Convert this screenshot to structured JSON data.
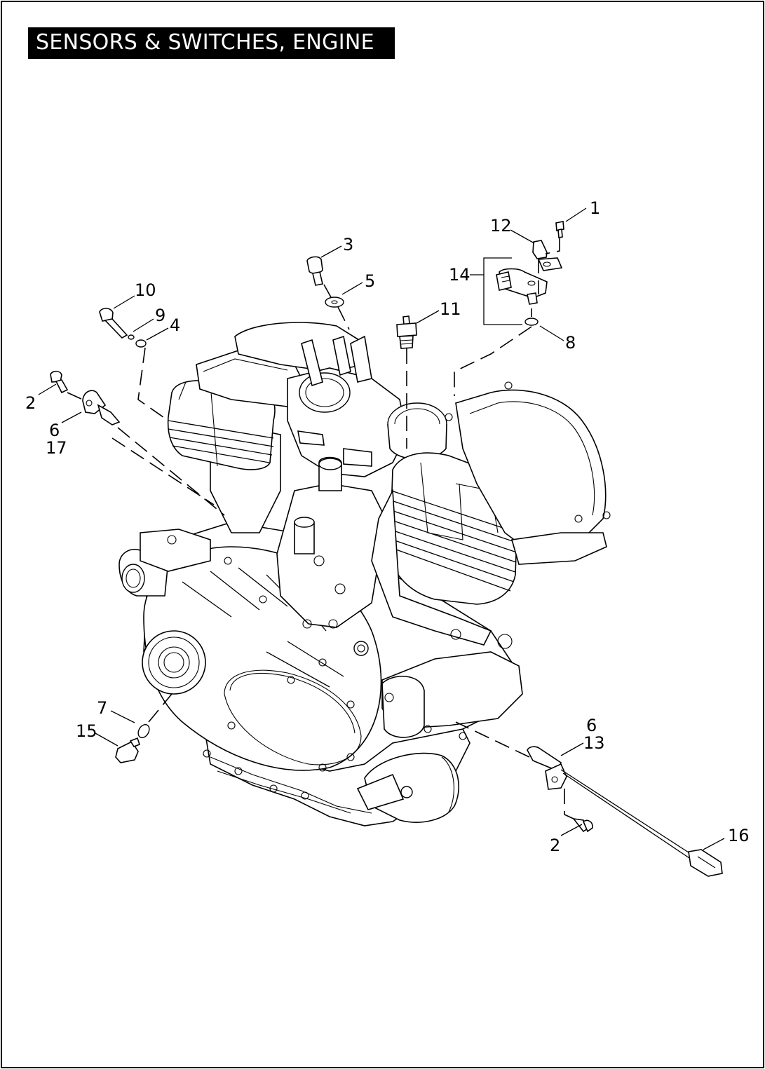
{
  "title": "SENSORS & SWITCHES, ENGINE",
  "callouts": {
    "c1": "1",
    "c12": "12",
    "c14": "14",
    "c3": "3",
    "c5": "5",
    "c11": "11",
    "c8": "8",
    "c10": "10",
    "c9": "9",
    "c4": "4",
    "c2_left": "2",
    "c6_left": "6",
    "c17": "17",
    "c7": "7",
    "c15": "15",
    "c6_right": "6",
    "c13": "13",
    "c2_right": "2",
    "c16": "16"
  }
}
